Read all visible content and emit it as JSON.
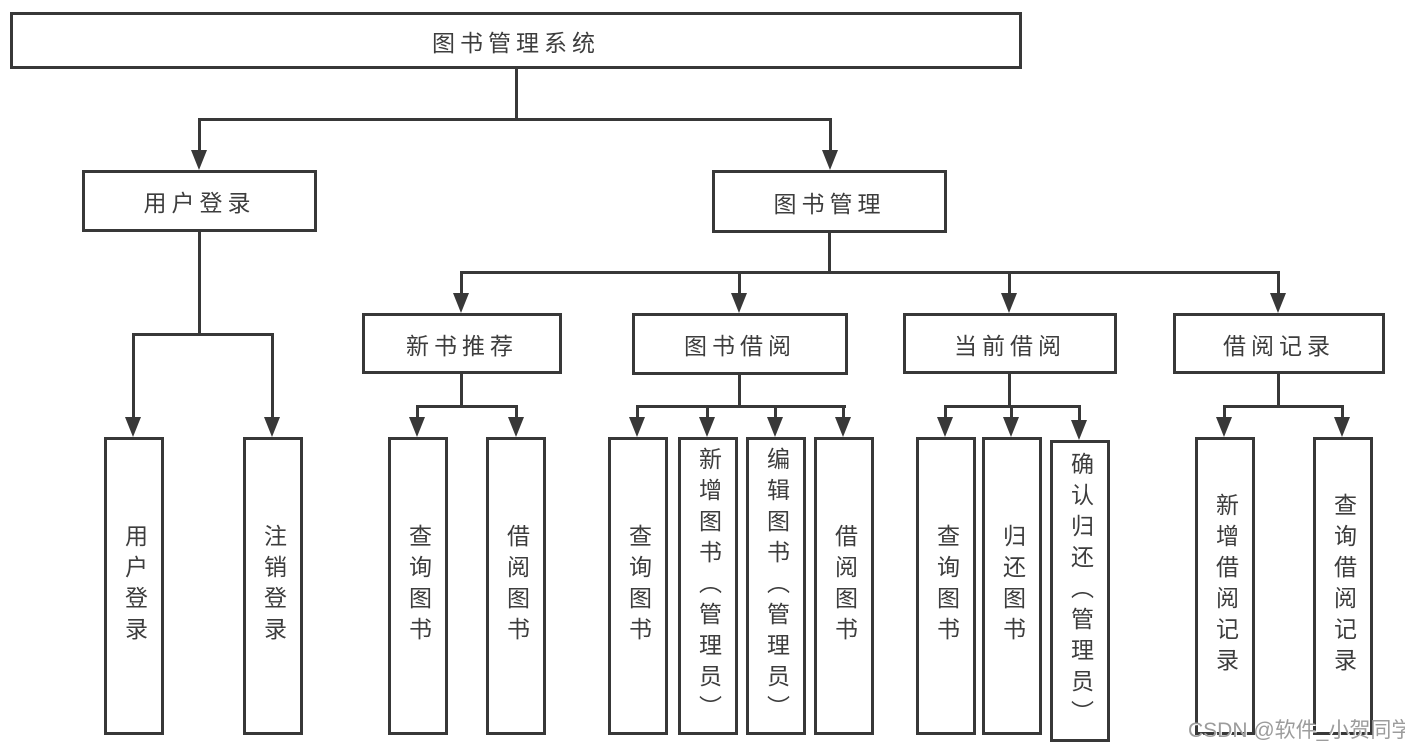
{
  "tree": {
    "root": "图书管理系统",
    "branches": [
      {
        "label": "用户登录",
        "children": [
          {
            "label": "用户登录"
          },
          {
            "label": "注销登录"
          }
        ]
      },
      {
        "label": "图书管理",
        "children": [
          {
            "label": "新书推荐",
            "children": [
              {
                "label": "查询图书"
              },
              {
                "label": "借阅图书"
              }
            ]
          },
          {
            "label": "图书借阅",
            "children": [
              {
                "label": "查询图书"
              },
              {
                "label": "新增图书（管理员）"
              },
              {
                "label": "编辑图书（管理员）"
              },
              {
                "label": "借阅图书"
              }
            ]
          },
          {
            "label": "当前借阅",
            "children": [
              {
                "label": "查询图书"
              },
              {
                "label": "归还图书"
              },
              {
                "label": "确认归还（管理员）"
              }
            ]
          },
          {
            "label": "借阅记录",
            "children": [
              {
                "label": "新增借阅记录"
              },
              {
                "label": "查询借阅记录"
              }
            ]
          }
        ]
      }
    ]
  },
  "watermark": "CSDN @软件_小贺同学",
  "colors": {
    "line": "#383838",
    "text": "#3d3d3d",
    "background": "#ffffff",
    "watermark": "#9c9c9c"
  }
}
